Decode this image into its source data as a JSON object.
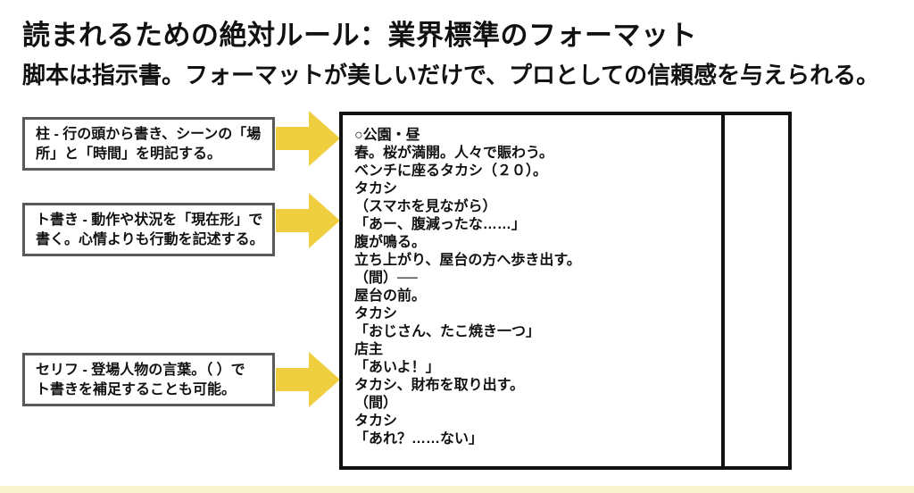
{
  "title": "読まれるための絶対ルール：業界標準のフォーマット",
  "subtitle": "脚本は指示書。フォーマットが美しいだけで、プロとしての信頼感を与えられる。",
  "annotations": [
    {
      "id": "hashira",
      "text": "柱 - 行の頭から書き、シーンの「場\n 所」と「時間」を明記する。"
    },
    {
      "id": "togaki",
      "text": "ト書き - 動作や状況を「現在形」で\n書く。心情よりも行動を記述する。"
    },
    {
      "id": "serifu",
      "text": "セリフ - 登場人物の言葉。（ ）で\nト書きを補足することも可能。"
    }
  ],
  "script": {
    "lines": [
      "○公園・昼",
      "春。桜が満開。人々で賑わう。",
      "ベンチに座るタカシ（２０）。",
      "タカシ",
      "（スマホを見ながら）",
      "「あー、腹減ったな……」",
      "腹が鳴る。",
      "立ち上がり、屋台の方へ歩き出す。",
      "（間）──",
      "屋台の前。",
      "タカシ",
      "「おじさん、たこ焼き一つ」",
      "店主",
      "「あいよ！」",
      "タカシ、財布を取り出す。",
      "（間）",
      "タカシ",
      "「あれ？……ない」"
    ]
  },
  "colors": {
    "arrow_yellow": "#EFCF40",
    "bottom_bar_yellow": "#F9F3D0",
    "annotation_border_gray": "#595959",
    "script_border_black": "#111111",
    "text_black": "#111111",
    "background": "#FFFFFF"
  }
}
